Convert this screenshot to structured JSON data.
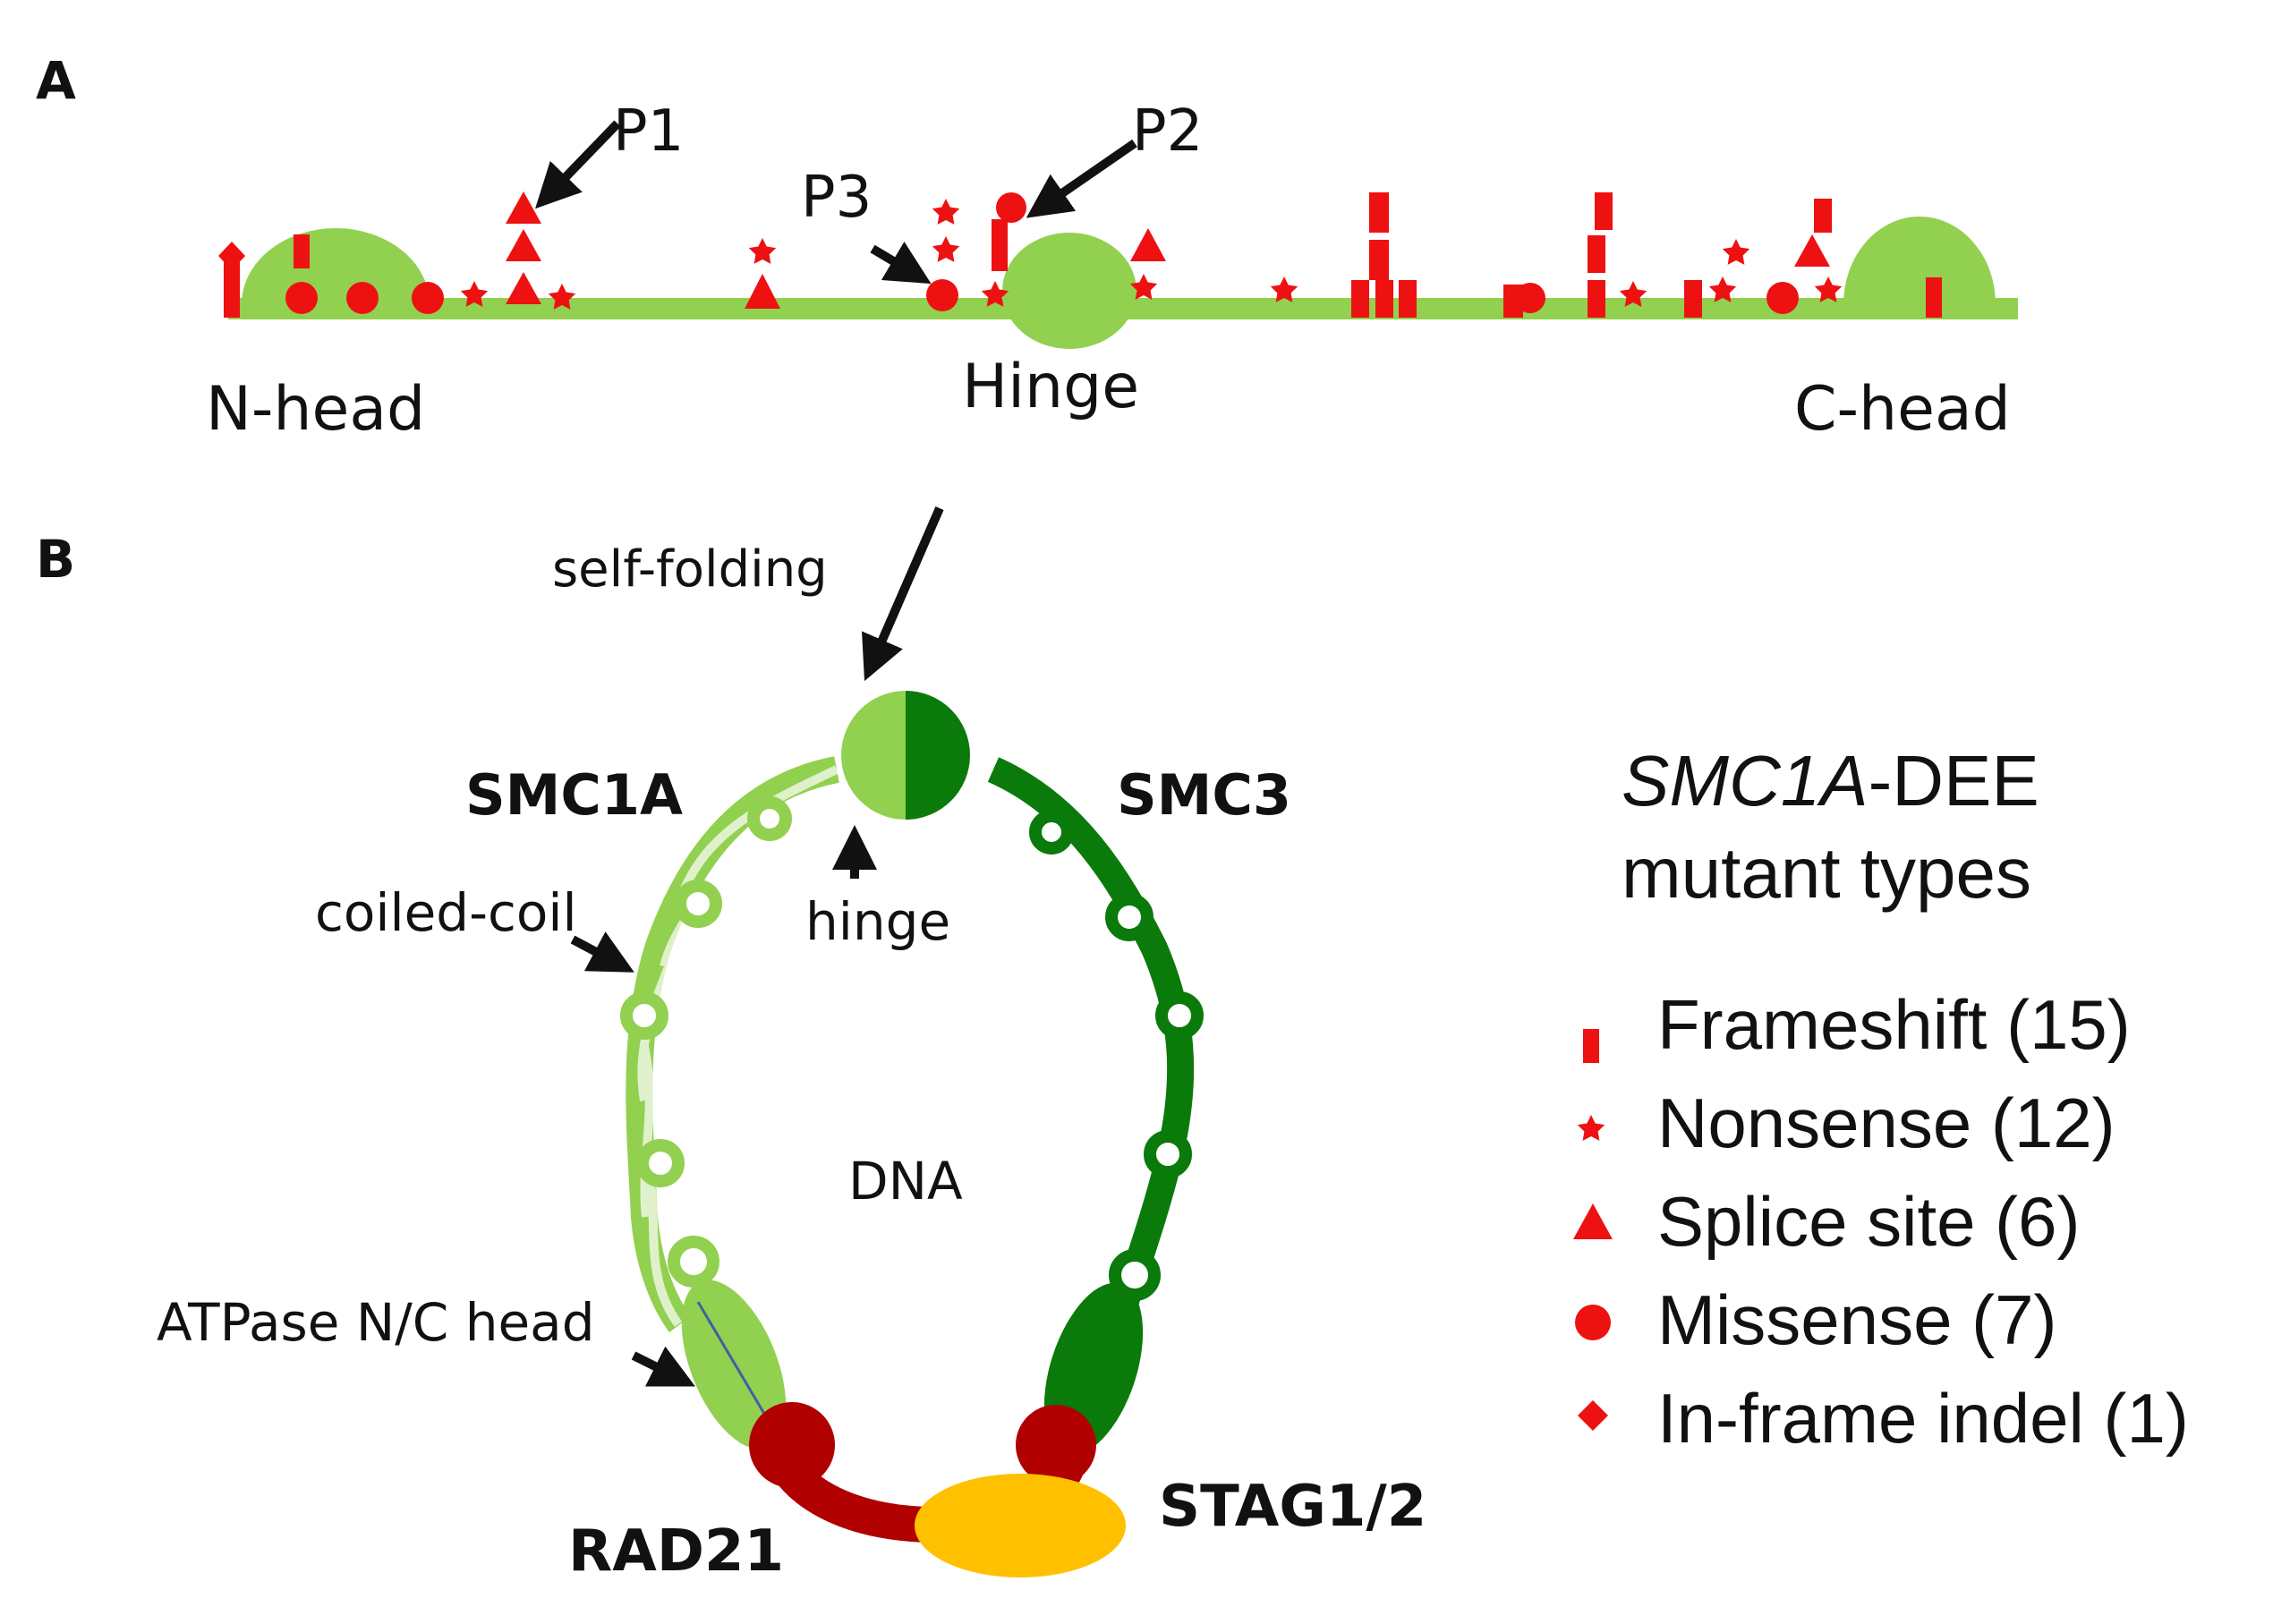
{
  "panel_a": {
    "letter": "A",
    "domains": {
      "n_head": "N-head",
      "hinge": "Hinge",
      "c_head": "C-head"
    },
    "pointers": {
      "p1": "P1",
      "p2": "P2",
      "p3": "P3"
    }
  },
  "panel_b": {
    "letter": "B",
    "labels": {
      "self_folding": "self-folding",
      "smc1a": "SMC1A",
      "smc3": "SMC3",
      "hinge": "hinge",
      "coiled_coil": "coiled-coil",
      "dna": "DNA",
      "atpase": "ATPase N/C head",
      "rad21": "RAD21",
      "stag": "STAG1/2"
    }
  },
  "legend": {
    "title_gene": "SMC1A",
    "title_rest": "-DEE",
    "title_line2": "mutant types",
    "items": [
      {
        "label": "Frameshift (15)",
        "icon": "rectangle-icon"
      },
      {
        "label": "Nonsense (12)",
        "icon": "star-icon"
      },
      {
        "label": "Splice site (6)",
        "icon": "triangle-icon"
      },
      {
        "label": "Missense (7)",
        "icon": "circle-icon"
      },
      {
        "label": "In-frame indel (1)",
        "icon": "diamond-icon"
      }
    ]
  },
  "colors": {
    "mutation_red": "#ee1111",
    "smc1a_green": "#92d050",
    "smc3_green": "#0a7a0a",
    "rad21_red": "#b00000",
    "stag_yellow": "#ffc000",
    "arrow": "#111111"
  }
}
